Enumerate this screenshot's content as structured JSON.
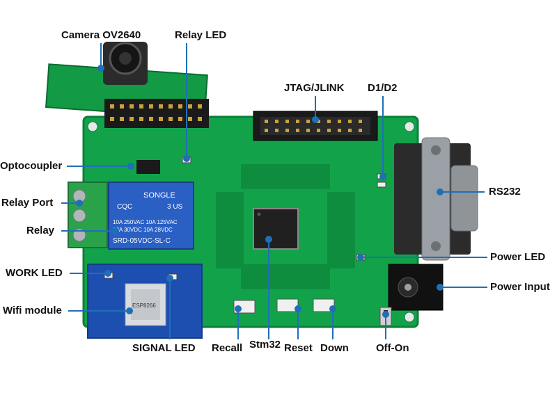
{
  "labels": {
    "camera": "Camera OV2640",
    "relay_led": "Relay LED",
    "jtag": "JTAG/JLINK",
    "d1d2": "D1/D2",
    "optocoupler": "Optocoupler",
    "relay_port": "Relay Port",
    "relay": "Relay",
    "rs232": "RS232",
    "work_led": "WORK LED",
    "power_led": "Power LED",
    "power_input": "Power Input",
    "wifi_module": "Wifi module",
    "signal_led": "SIGNAL LED",
    "recall": "Recall",
    "stm32": "Stm32",
    "reset": "Reset",
    "down": "Down",
    "off_on": "Off-On"
  },
  "board_text": {
    "relay_brand": "SONGLE",
    "relay_rating_1": "10A 250VAC  10A 125VAC",
    "relay_rating_2": "10A 30VDC  10A 28VDC",
    "relay_model": "SRD-05VDC-SL-C",
    "relay_cert": "CQC",
    "relay_size": "3 US",
    "wifi_model": "ESP8266"
  },
  "colors": {
    "pcb": "#12a34a",
    "pcb_dark": "#0d7f39",
    "pointer": "#1f6fb8",
    "label": "#111111",
    "wifi_board": "#1d4fb0",
    "relay_body": "#2a5fc4",
    "terminal": "#2aa24a",
    "header": "#1a1a1a",
    "connector_metal": "#9aa0a6"
  }
}
